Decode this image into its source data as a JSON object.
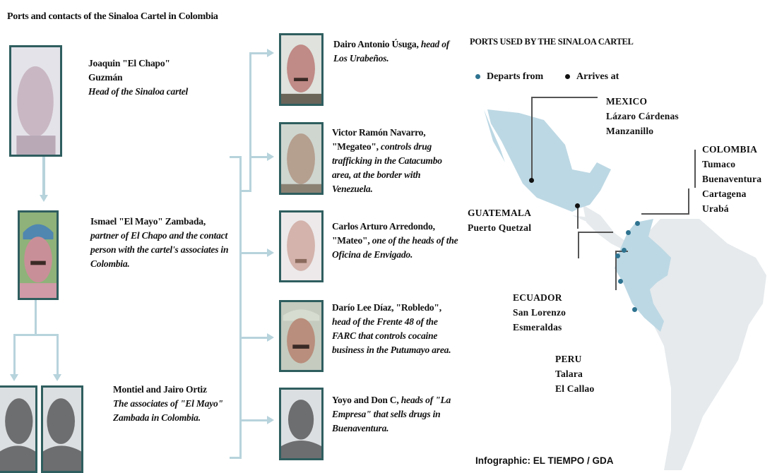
{
  "title": "Ports and contacts of the Sinaloa Cartel in Colombia",
  "people": {
    "chapo": {
      "name": "Joaquin \"El Chapo\" Guzmán",
      "desc": "Head of the Sinaloa cartel"
    },
    "mayo": {
      "name": "Ismael \"El Mayo\" Zambada,",
      "desc": "partner of El Chapo and the contact person with the cartel's associates in Colombia."
    },
    "ortiz": {
      "name": "Montiel and Jairo Ortiz",
      "desc": "The associates of \"El Mayo\" Zambada in Colombia."
    },
    "contacts": [
      {
        "name": "Dairo Antonio Úsuga,",
        "desc": "head of Los Urabeños."
      },
      {
        "name": "Victor Ramón Navarro, \"Megateo\",",
        "desc": "controls drug trafficking in the Catacumbo area, at the border with Venezuela."
      },
      {
        "name": "Carlos Arturo Arredondo, \"Mateo\",",
        "desc": "one of the heads of the Oficina de Envigado."
      },
      {
        "name": "Darío Lee Díaz, \"Robledo\",",
        "desc": "head of the Frente 48 of the FARC that controls cocaine business in the Putumayo area."
      },
      {
        "name": "Yoyo and Don C,",
        "desc": "heads of \"La Empresa\" that sells drugs in Buenaventura."
      }
    ]
  },
  "map": {
    "title": "PORTS USED BY THE SINALOA CARTEL",
    "legend": {
      "departs": "Departs from",
      "arrives": "Arrives at"
    },
    "colors": {
      "departs": "#2e7390",
      "arrives": "#111111",
      "highlight": "#bcd8e4",
      "land": "#e6eaed"
    },
    "countries": [
      {
        "name": "MEXICO",
        "ports": [
          "Lázaro Cárdenas",
          "Manzanillo"
        ]
      },
      {
        "name": "COLOMBIA",
        "ports": [
          "Tumaco",
          "Buenaventura",
          "Cartagena",
          "Urabá"
        ]
      },
      {
        "name": "GUATEMALA",
        "ports": [
          "Puerto Quetzal"
        ]
      },
      {
        "name": "ECUADOR",
        "ports": [
          "San Lorenzo",
          "Esmeraldas"
        ]
      },
      {
        "name": "PERU",
        "ports": [
          "Talara",
          "El Callao"
        ]
      }
    ]
  },
  "credit": "Infographic: EL TIEMPO / GDA"
}
